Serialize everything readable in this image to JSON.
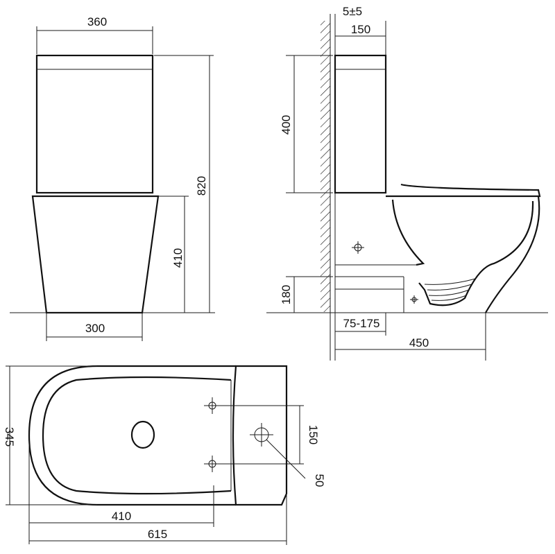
{
  "front_view": {
    "overall_width": "360",
    "overall_height": "820",
    "bowl_height": "410",
    "base_width": "300"
  },
  "side_view": {
    "wall_gap": "5±5",
    "tank_depth": "150",
    "tank_height": "400",
    "outlet_height": "180",
    "outlet_distance": "75-175",
    "overall_depth": "450"
  },
  "top_view": {
    "overall_width": "345",
    "bowl_length": "410",
    "overall_length": "615",
    "hole_spacing": "150",
    "hole_diameter": "50"
  },
  "colors": {
    "line": "#111111",
    "background": "#ffffff"
  }
}
